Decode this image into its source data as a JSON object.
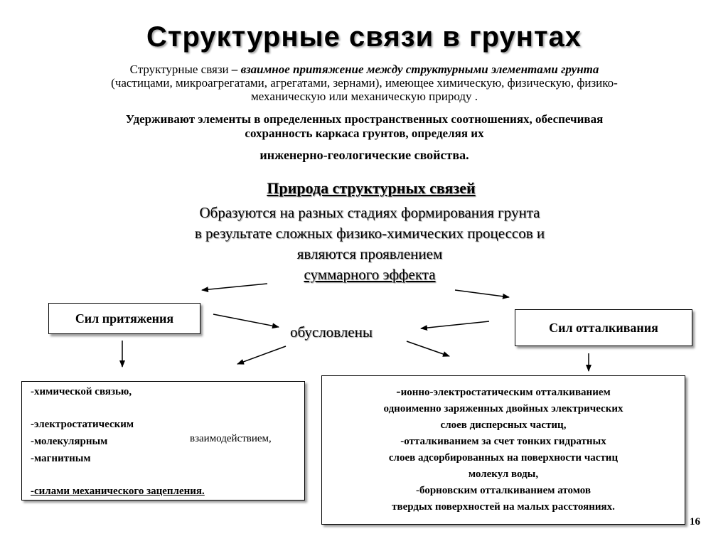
{
  "title": "Структурные связи в грунтах",
  "definition": {
    "term": "Структурные связи",
    "dash": " – ",
    "emph": "взаимное притяжение между структурными элементами грунта",
    "line2": "(частицами, микроагрегатами, агрегатами, зернами), имеющее химическую, физическую, физико-",
    "line3": "механическую или механическую природу ."
  },
  "hold": {
    "line1": "Удерживают элементы в определенных пространственных соотношениях, обеспечивая",
    "line2": "сохранность каркаса грунтов, определяя их",
    "line3": "инженерно-геологические свойства."
  },
  "nature": {
    "title": "Природа структурных связей",
    "line1": "Образуются на разных стадиях  формирования грунта",
    "line2": "в результате сложных физико-химических процессов и",
    "line3": "являются проявлением",
    "line4": "суммарного эффекта"
  },
  "attraction_label": "Сил притяжения",
  "repulsion_label": "Сил отталкивания",
  "caused_by": "обусловлены",
  "left_list": {
    "item1": "-химической связью,",
    "item2": "-электростатическим",
    "item3": "-молекулярным",
    "item4": "-магнитным",
    "interaction": "взаимодействием,",
    "item5": "-силами механического зацепления."
  },
  "right_list": {
    "line1": "-ионно-электростатическим отталкиванием",
    "line2": "одноименно заряженных двойных электрических",
    "line3": "слоев дисперсных частиц,",
    "line4": "-отталкиванием за счет тонких гидратных",
    "line5": "слоев адсорбированных на поверхности частиц",
    "line6": "молекул воды,",
    "line7": "-борновским отталкиванием атомов",
    "line8": "твердых поверхностей на малых расстояниях."
  },
  "page_number": "16"
}
